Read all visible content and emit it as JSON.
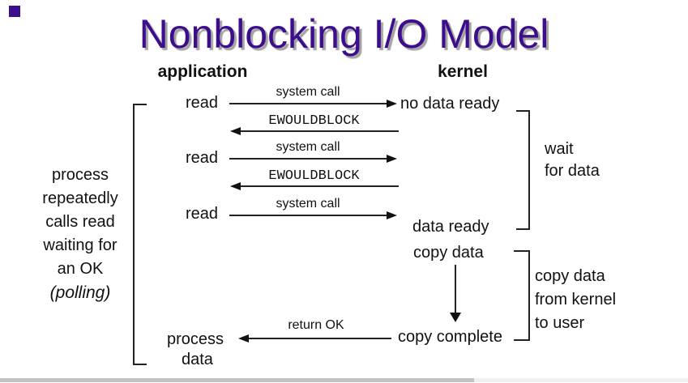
{
  "title": "Nonblocking I/O Model",
  "column_headers": {
    "application": "application",
    "kernel": "kernel"
  },
  "left_annotation": {
    "lines": [
      "process",
      "repeatedly",
      "calls read",
      "waiting for",
      "an OK",
      "(polling)"
    ]
  },
  "application_nodes": {
    "read_1": "read",
    "read_2": "read",
    "read_3": "read",
    "process": "process",
    "process_data": "data"
  },
  "kernel_nodes": {
    "no_data_ready": "no data ready",
    "data_ready": "data ready",
    "copy_data": "copy data",
    "copy_complete": "copy complete"
  },
  "arrow_labels": {
    "system_call_1": "system call",
    "ewouldblock_1": "EWOULDBLOCK",
    "system_call_2": "system call",
    "ewouldblock_2": "EWOULDBLOCK",
    "system_call_3": "system call",
    "return_ok": "return OK"
  },
  "right_annotations": {
    "wait": [
      "wait",
      "for data"
    ],
    "copy": [
      "copy data",
      "from kernel",
      "to user"
    ]
  },
  "colors": {
    "title": "#3C0E8E",
    "corner_square": "#3C0E8E",
    "line": "#222222",
    "scrollbar_thumb": "#c2c2c2",
    "scrollbar_track": "#f0f0f0"
  }
}
